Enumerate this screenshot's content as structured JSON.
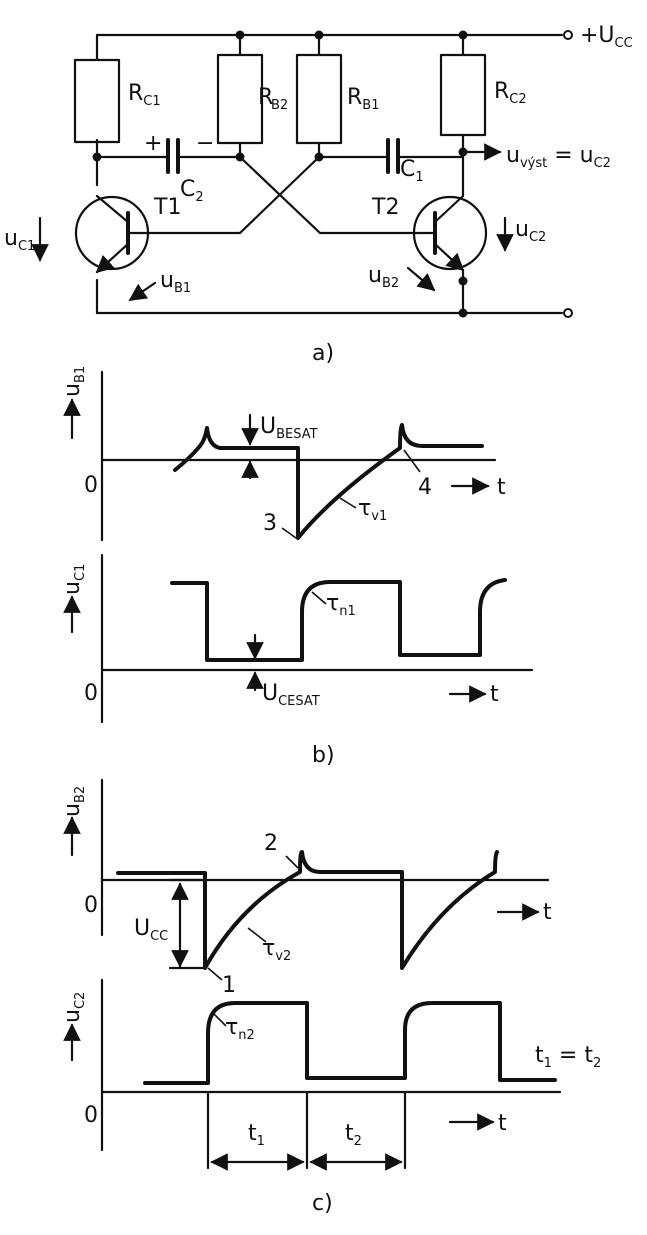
{
  "circuit": {
    "resistors": {
      "rc1": "R",
      "rc1_sub": "C1",
      "rb2": "R",
      "rb2_sub": "B2",
      "rb1": "R",
      "rb1_sub": "B1",
      "rc2": "R",
      "rc2_sub": "C2"
    },
    "capacitors": {
      "c2": "C",
      "c2_sub": "2",
      "c1": "C",
      "c1_sub": "1"
    },
    "transistors": {
      "t1": "T1",
      "t2": "T2"
    },
    "supply_label": "+U",
    "supply_sub": "CC",
    "output_label": "u",
    "output_sub": "výst",
    "output_eq": " = u",
    "output_eq_sub": "C2",
    "polarity_plus": "+",
    "polarity_minus": "−",
    "uc1": "u",
    "uc1_sub": "C1",
    "ub1": "u",
    "ub1_sub": "B1",
    "ub2": "u",
    "ub2_sub": "B2",
    "uc2": "u",
    "uc2_sub": "C2",
    "caption": "a)"
  },
  "panel_b": {
    "ub1_axis": "u",
    "ub1_axis_sub": "B1",
    "ubesat": "U",
    "ubesat_sub": "BESAT",
    "tau_v1": "τ",
    "tau_v1_sub": "v1",
    "point3": "3",
    "point4": "4",
    "uc1_axis": "u",
    "uc1_axis_sub": "C1",
    "tau_n1": "τ",
    "tau_n1_sub": "n1",
    "ucesat": "U",
    "ucesat_sub": "CESAT",
    "zero": "0",
    "t": "t",
    "caption": "b)"
  },
  "panel_c": {
    "ub2_axis": "u",
    "ub2_axis_sub": "B2",
    "ucc": "U",
    "ucc_sub": "CC",
    "tau_v2": "τ",
    "tau_v2_sub": "v2",
    "point1": "1",
    "point2": "2",
    "uc2_axis": "u",
    "uc2_axis_sub": "C2",
    "tau_n2": "τ",
    "tau_n2_sub": "n2",
    "t1": "t",
    "t1_sub": "1",
    "t2": "t",
    "t2_sub": "2",
    "eq_a": "t",
    "eq_a_sub": "1",
    "eq_mid": " = t",
    "eq_b_sub": "2",
    "zero": "0",
    "t": "t",
    "caption": "c)"
  }
}
